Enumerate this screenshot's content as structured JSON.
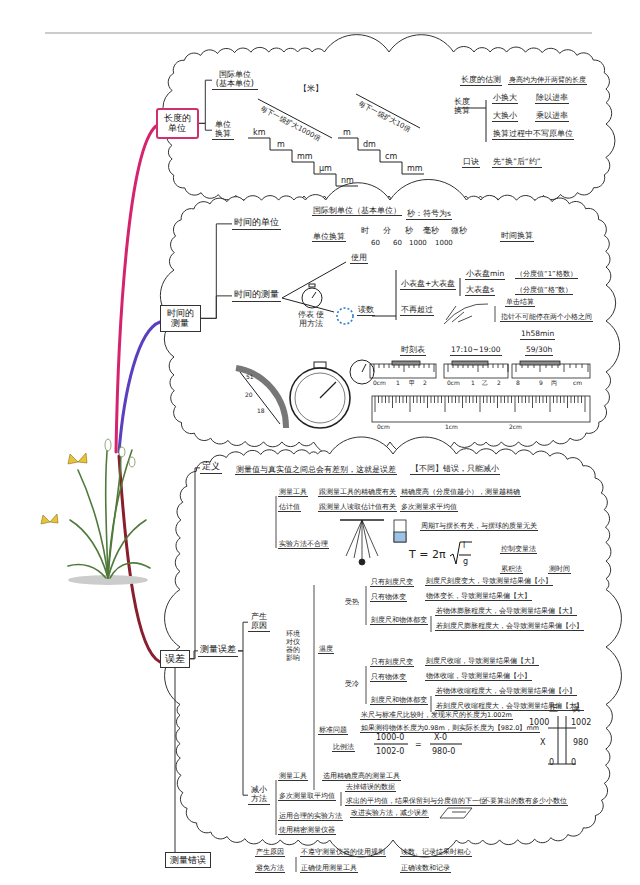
{
  "diagram": {
    "nodes": [
      {
        "text": [
          "长度的单位"
        ]
      },
      {
        "text": [
          "国际单位 (基本单位)"
        ]
      },
      {
        "text": [
          "单位换算"
        ]
      },
      {
        "text": [
          "时间的测量"
        ]
      },
      {
        "text": [
          "时间的单位"
        ]
      },
      {
        "text": [
          "时间的测量"
        ]
      },
      {
        "text": [
          "误差"
        ]
      },
      {
        "text": [
          "定义"
        ]
      },
      {
        "text": [
          "测量误差"
        ]
      },
      {
        "text": [
          "产生原因"
        ]
      },
      {
        "text": [
          "减小方法"
        ]
      },
      {
        "text": [
          "测量错误"
        ]
      }
    ],
    "edges": [
      {
        "from": 0,
        "to": 1,
        "arrow": "none"
      },
      {
        "from": 0,
        "to": 2,
        "arrow": "none"
      },
      {
        "from": 3,
        "to": 4,
        "arrow": "none"
      },
      {
        "from": 3,
        "to": 5,
        "arrow": "none"
      },
      {
        "from": 6,
        "to": 7,
        "arrow": "none"
      },
      {
        "from": 6,
        "to": 8,
        "arrow": "none"
      },
      {
        "from": 8,
        "to": 9,
        "arrow": "none"
      },
      {
        "from": 8,
        "to": 10,
        "arrow": "none"
      },
      {
        "from": 6,
        "to": 11,
        "arrow": "none"
      }
    ],
    "labels": [
      "【米】",
      "km",
      "m",
      "mm",
      "μm",
      "nm",
      "每下一级扩大1000倍",
      "m",
      "dm",
      "cm",
      "mm",
      "每下一级扩大10倍",
      "长度的估测",
      "身高约为伸开两臂的长度",
      "长度换算",
      "小换大",
      "除以进率",
      "大换小",
      "乘以进率",
      "换算过程中不写原单位",
      "口诀",
      "先“换”后“约”",
      "国际制单位（基本单位）",
      "秒：符号为s",
      "单位换算",
      "时",
      "分",
      "秒",
      "毫秒",
      "微秒",
      "60",
      "60",
      "1000",
      "1000",
      "时间换算",
      "停表 使用方法",
      "使用",
      "读数",
      "小表盘+大表盘",
      "小表盘min",
      "（分度值“1”格数）",
      "大表盘s",
      "（分度值“格”数）",
      "不再超过",
      "单击结算",
      "指针不可能停在两个小格之间",
      "1h58min",
      "时刻表",
      "17:10~19:00",
      "59/30h",
      "0cm",
      "1",
      "甲",
      "2",
      "0cm",
      "1",
      "乙",
      "2",
      "8",
      "9",
      "丙",
      "cm",
      "0cm",
      "1cm",
      "2cm",
      "51",
      "20",
      "18",
      "测量值与真实值之间总会有差别，这就是误差",
      "【不同】错误，只能减小",
      "测量工具",
      "跟测量工具的精确度有关",
      "精确度高（分度值越小），测量越精确",
      "估计值",
      "跟测量人读取估计值有关",
      "多次测量求平均值",
      "实验方法不合理",
      "周期T与摆长有关，与摆球的质量无关",
      "T = 2π",
      "l",
      "g",
      "控制变量法",
      "累积法",
      "测时间",
      "环境对仪器的影响",
      "温度",
      "受热",
      "只有刻度尺变",
      "刻度尺刻度变大，导致测量结果偏【小】",
      "只有物体变",
      "物体变长，导致测量结果偏【大】",
      "刻度尺和物体都变",
      "若物体膨胀程度大，会导致测量结果偏【大】",
      "若刻度尺膨胀程度大，会导致测量结果偏【小】",
      "受冷",
      "只有刻度尺变",
      "刻度尺收缩，导致测量结果偏【大】",
      "只有物体变",
      "物体收缩，导致测量结果偏【小】",
      "刻度尺和物体都变",
      "若物体收缩程度大，会导致测量结果偏【小】",
      "若刻度尺收缩程度大，会导致测量结果偏【大】",
      "标准问题",
      "米尺与标准尺比较时，发现米尺的长度为1.002m",
      "如果测得物体长度为0.98m，则实际长度为【982.0】mm",
      "比例法",
      "1000-0",
      "1002-0",
      "=",
      "X-0",
      "980-0",
      "正",
      "误",
      "1000",
      "1002",
      "X",
      "980",
      "0",
      "0",
      "测量工具",
      "选用精确度高的测量工具",
      "多次测量取平均值",
      "去掉错误的数据",
      "求出的平均值，结果保留到与分度值的下一位",
      "不要算出的数有多少小数位",
      "运用合理的实验方法",
      "改进实验方法，减少误差",
      "使用精密测量仪器",
      "产生原因",
      "不遵守测量仪器的使用规则",
      "读数、记录结果时粗心",
      "避免方法",
      "正确使用测量工具",
      "正确读数和记录"
    ]
  }
}
